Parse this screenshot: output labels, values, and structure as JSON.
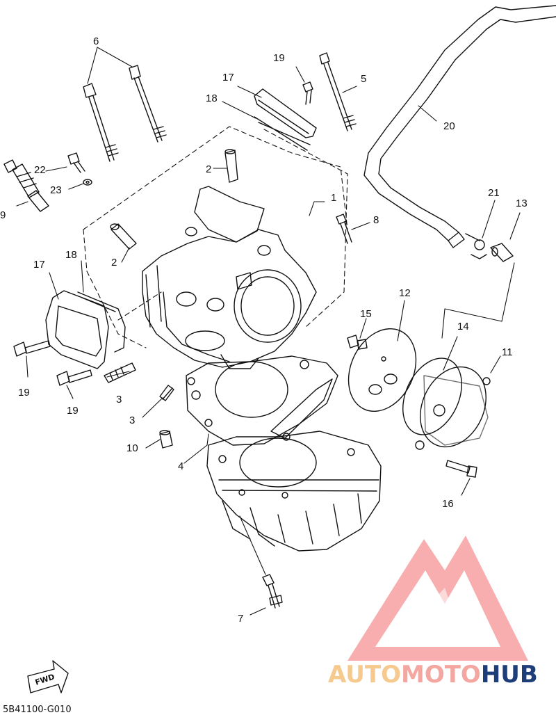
{
  "diagram_code": "5B41100-G010",
  "fwd_label": "FWD",
  "watermark": {
    "part1": "AUTO",
    "part2": "MOTO",
    "part3": "HUB",
    "color_part1": "#f6c98f",
    "color_part2": "#f4a6a0",
    "color_part3": "#1d3e78",
    "logo_color": "#f26b6b"
  },
  "callouts": {
    "c1": "1",
    "c2a": "2",
    "c2b": "2",
    "c3a": "3",
    "c3b": "3",
    "c4": "4",
    "c5": "5",
    "c6": "6",
    "c7": "7",
    "c8": "8",
    "c9": "9",
    "c10": "10",
    "c11": "11",
    "c12": "12",
    "c13": "13",
    "c14": "14",
    "c15": "15",
    "c16": "16",
    "c17a": "17",
    "c17b": "17",
    "c18a": "18",
    "c18b": "18",
    "c19a": "19",
    "c19b": "19",
    "c19c": "19",
    "c20": "20",
    "c21": "21",
    "c22": "22",
    "c23": "23"
  }
}
